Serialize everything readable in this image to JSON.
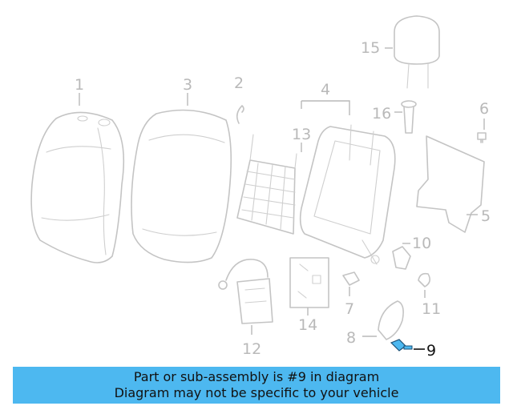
{
  "callouts": {
    "c1": "1",
    "c2": "2",
    "c3": "3",
    "c4": "4",
    "c5": "5",
    "c6": "6",
    "c7": "7",
    "c8": "8",
    "c9": "9",
    "c10": "10",
    "c11": "11",
    "c12": "12",
    "c13": "13",
    "c14": "14",
    "c15": "15",
    "c16": "16"
  },
  "highlight": {
    "part_number": "9",
    "color": "#4db8f0"
  },
  "banner": {
    "line1": "Part or sub-assembly is #9 in diagram",
    "line2": "Diagram may not be specific to your vehicle",
    "background": "#4db8f0"
  }
}
